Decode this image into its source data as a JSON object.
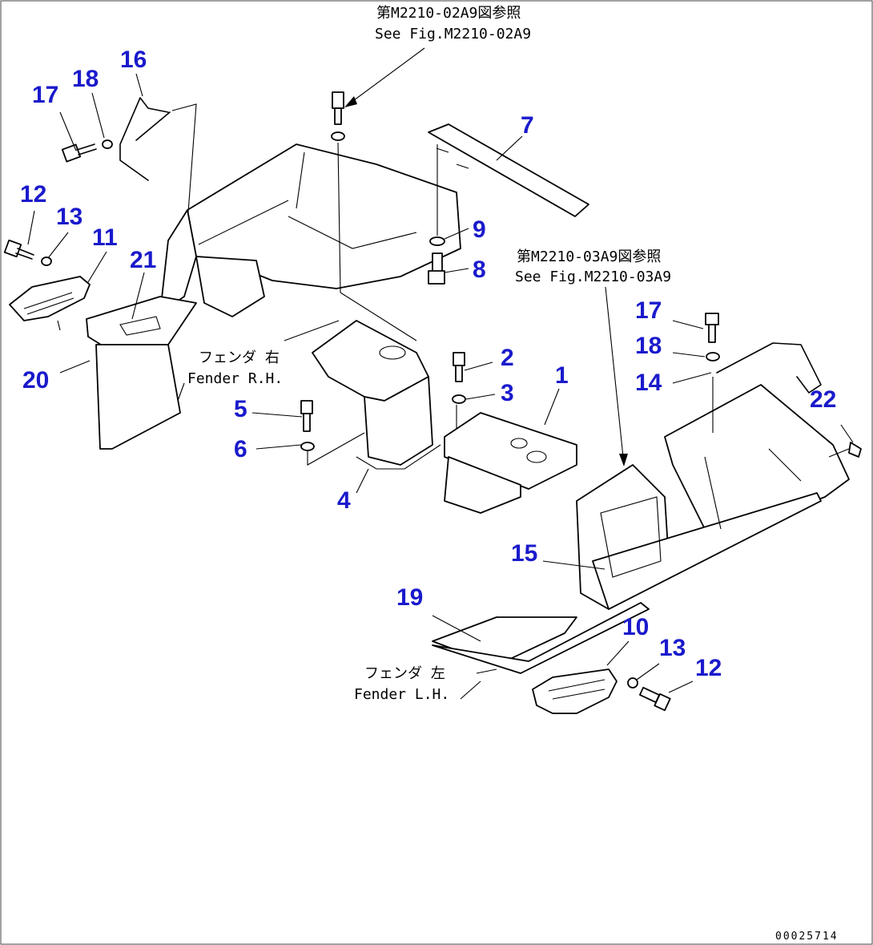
{
  "references": {
    "upper": {
      "jp": "第M2210-02A9図参照",
      "en": "See Fig.M2210-02A9"
    },
    "right": {
      "jp": "第M2210-03A9図参照",
      "en": "See Fig.M2210-03A9"
    }
  },
  "fender_rh": {
    "jp": "フェンダ 右",
    "en": "Fender R.H."
  },
  "fender_lh": {
    "jp": "フェンダ 左",
    "en": "Fender L.H."
  },
  "figure_id": "00025714",
  "callouts": {
    "c1": "1",
    "c2": "2",
    "c3": "3",
    "c4": "4",
    "c5": "5",
    "c6": "6",
    "c7": "7",
    "c8": "8",
    "c9": "9",
    "c10": "10",
    "c11": "11",
    "c12a": "12",
    "c12b": "12",
    "c13a": "13",
    "c13b": "13",
    "c14": "14",
    "c15": "15",
    "c16": "16",
    "c17a": "17",
    "c17b": "17",
    "c18a": "18",
    "c18b": "18",
    "c19": "19",
    "c20": "20",
    "c21": "21",
    "c22": "22"
  },
  "colors": {
    "callout": "#1a1acc",
    "line": "#000000",
    "background": "#ffffff"
  }
}
